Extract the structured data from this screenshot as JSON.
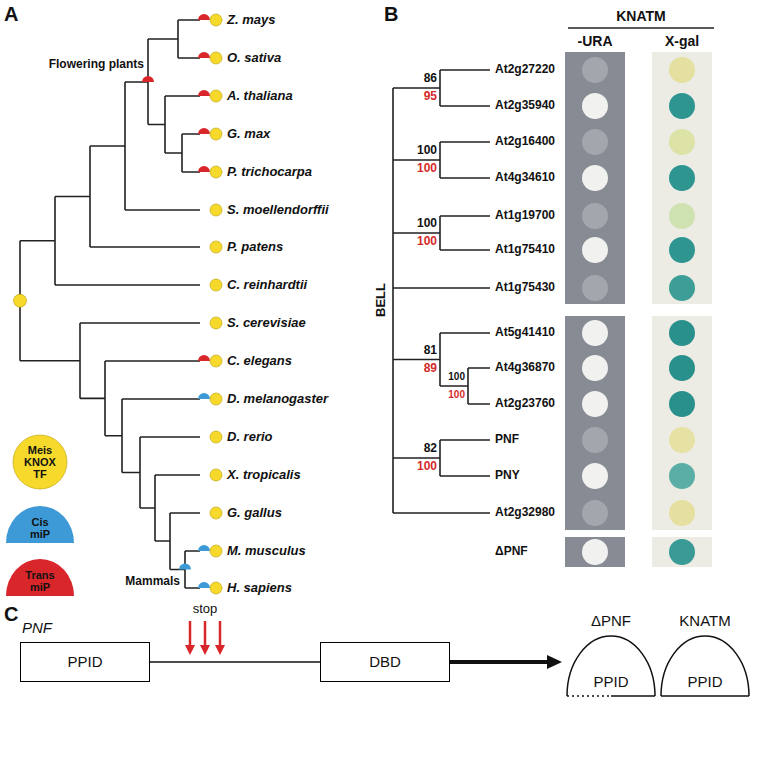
{
  "diagram": {
    "nodes": [
      {
        "text": [
          "PPID"
        ]
      },
      {
        "text": [
          "DBD"
        ]
      },
      {
        "text": [
          "ΔPNF",
          "PPID"
        ]
      },
      {
        "text": [
          "KNATM",
          "PPID"
        ]
      }
    ],
    "edges": [
      {
        "from": 0,
        "to": 1,
        "arrow": "none"
      },
      {
        "from": 1,
        "to": 2,
        "arrow": "to"
      }
    ],
    "labels": [
      "A",
      "Z. mays",
      "O. sativa",
      "A. thaliana",
      "G. max",
      "P. trichocarpa",
      "S. moellendorffii",
      "P. patens",
      "C. reinhardtii",
      "S. cerevisiae",
      "C. elegans",
      "D. melanogaster",
      "D. rerio",
      "X. tropicalis",
      "G. gallus",
      "M. musculus",
      "H. sapiens",
      "Flowering plants",
      "Mammals",
      "B",
      "KNATM",
      "-URA",
      "X-gal",
      "BELL",
      "86",
      "95",
      "At2g27220",
      "At2g35940",
      "100",
      "100",
      "At2g16400",
      "At4g34610",
      "100",
      "100",
      "At1g19700",
      "At1g75410",
      "At1g75430",
      "81",
      "89",
      "At5g41410",
      "100",
      "100",
      "At4g36870",
      "At2g23760",
      "82",
      "100",
      "PNF",
      "PNY",
      "At2g32980",
      "ΔPNF",
      "C",
      "PNF",
      "stop"
    ],
    "legend": [
      {
        "text": "Meis KNOX TF",
        "color": "#f7d92c"
      },
      {
        "text": "Cis miP",
        "color": "#3e9ad6"
      },
      {
        "text": "Trans miP",
        "color": "#d9262b"
      }
    ]
  }
}
